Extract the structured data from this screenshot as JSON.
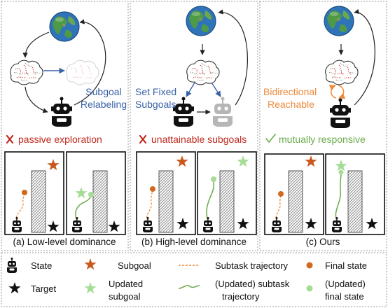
{
  "panels": [
    {
      "status_text": "passive exploration",
      "status_color": "#c0281c",
      "annotation_lines": [
        "Subgoal",
        "Relabeling"
      ],
      "annotation_color": "#3a62a7",
      "caption": "(a) Low-level dominance"
    },
    {
      "status_text": "unattainable subgoals",
      "status_color": "#c0281c",
      "annotation_lines": [
        "Set Fixed",
        "Subgoals"
      ],
      "annotation_color": "#3a62a7",
      "caption": "(b) High-level dominance"
    },
    {
      "status_text": "mutually responsive",
      "status_color": "#6aaa4a",
      "annotation_lines": [
        "Bidirectional",
        "Reachable"
      ],
      "annotation_color": "#ee8a3c",
      "caption": "(c) Ours"
    }
  ],
  "icons": {
    "cross": "cross-mark-icon",
    "check": "check-mark-icon",
    "earth": "earth-globe-icon",
    "brain": "brain-icon",
    "robot": "robot-icon"
  },
  "colors": {
    "subgoal": "#c8581e",
    "updated": "#a6dc96",
    "trajectory": "#ee8a3c",
    "updated_trajectory": "#6aaa4a",
    "final_state": "#d2691e",
    "target": "#111111",
    "arrow_blue": "#3a62a7"
  },
  "legend": {
    "state": "State",
    "subgoal": "Subgoal",
    "subtask_trajectory": "Subtask trajectory",
    "final_state": "Final state",
    "target": "Target",
    "updated_subgoal": [
      "Updated",
      "subgoal"
    ],
    "updated_subtask_trajectory": [
      "(Updated) subtask",
      "trajectory"
    ],
    "updated_final_state": [
      "(Updated)",
      "final state"
    ]
  }
}
